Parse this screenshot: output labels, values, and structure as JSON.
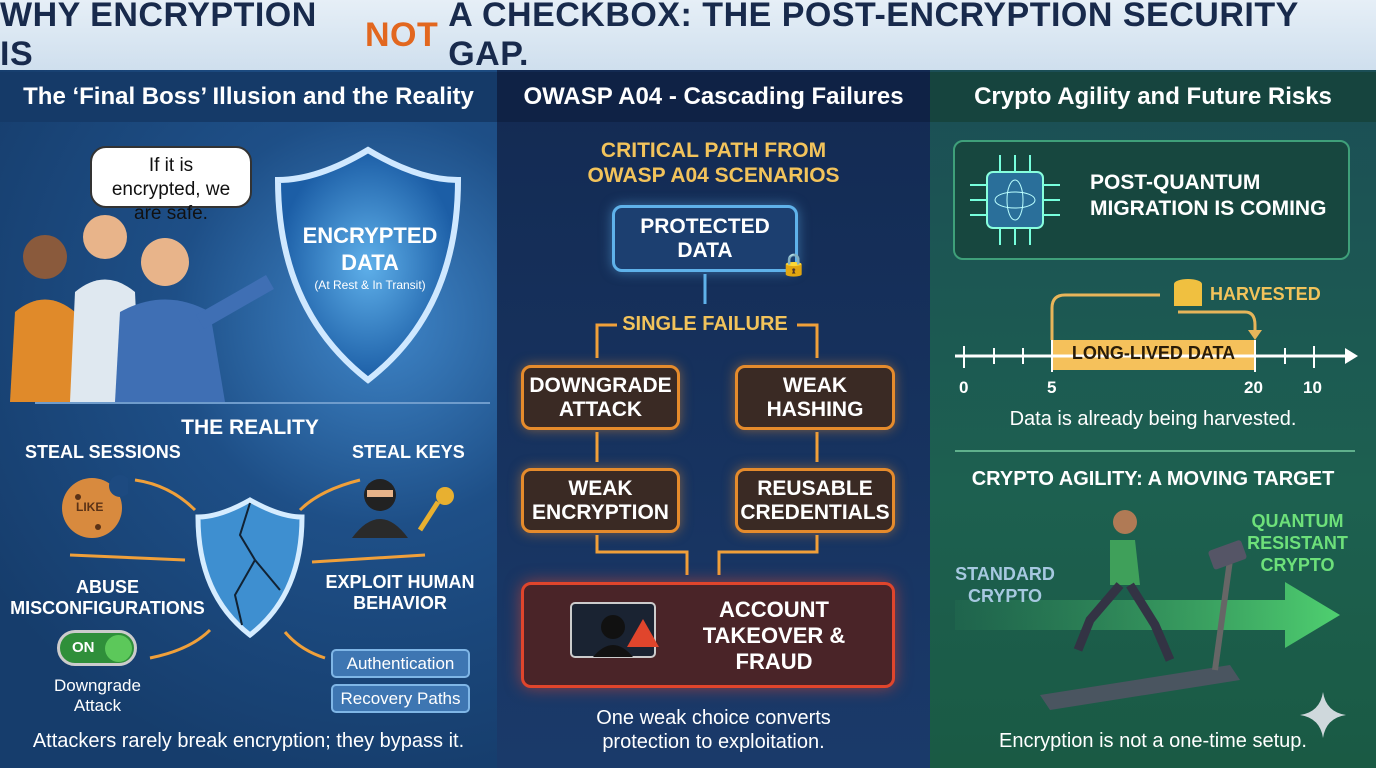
{
  "title": {
    "pre": "WHY ENCRYPTION IS",
    "highlight": "NOT",
    "post": "A CHECKBOX: THE POST-ENCRYPTION SECURITY GAP."
  },
  "left": {
    "header": "The ‘Final Boss’ Illusion and the Reality",
    "speech": "If it is encrypted, we are safe.",
    "shield_title": "ENCRYPTED DATA",
    "shield_sub": "(At Rest & In Transit)",
    "reality": "THE REALITY",
    "steal_sessions": "STEAL SESSIONS",
    "cookie_label": "LIKE",
    "steal_keys": "STEAL KEYS",
    "abuse": "ABUSE MISCONFIGURATIONS",
    "toggle": "ON",
    "downgrade": "Downgrade Attack",
    "exploit": "EXPLOIT HUMAN BEHAVIOR",
    "auth": "Authentication",
    "recovery": "Recovery Paths",
    "caption": "Attackers rarely break encryption; they bypass it."
  },
  "middle": {
    "header": "OWASP A04 - Cascading Failures",
    "subtitle_1": "CRITICAL PATH FROM",
    "subtitle_2": "OWASP A04 SCENARIOS",
    "protected": "PROTECTED DATA",
    "single": "SINGLE FAILURE",
    "downgrade": "DOWNGRADE ATTACK",
    "weak_hashing": "WEAK HASHING",
    "weak_encryption": "WEAK ENCRYPTION",
    "reusable": "REUSABLE CREDENTIALS",
    "takeover": "ACCOUNT TAKEOVER & FRAUD",
    "caption_1": "One weak choice converts",
    "caption_2": "protection to exploitation."
  },
  "right": {
    "header": "Crypto Agility and Future Risks",
    "pq": "POST-QUANTUM MIGRATION IS COMING",
    "harvested": "HARVESTED",
    "long_lived": "LONG-LIVED DATA",
    "ticks": [
      "0",
      "5",
      "20",
      "10"
    ],
    "timeline_caption": "Data is already being harvested.",
    "agility": "CRYPTO AGILITY: A MOVING TARGET",
    "standard": "STANDARD CRYPTO",
    "quantum": "QUANTUM RESISTANT CRYPTO",
    "caption": "Encryption is not a one-time setup."
  },
  "colors": {
    "accent": "#e2671f",
    "orange": "#e58b2c",
    "yellow": "#f2c35b",
    "danger": "#e0452c"
  }
}
